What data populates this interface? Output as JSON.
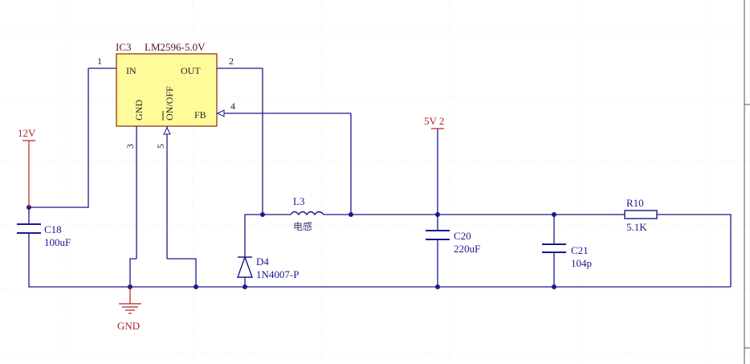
{
  "ic": {
    "ref": "IC3",
    "part": "LM2596-5.0V",
    "pin_in": "IN",
    "pin_out": "OUT",
    "pin_gnd": "GND",
    "pin_onoff": "ON/OFF",
    "pin_fb": "FB",
    "pin1": "1",
    "pin2": "2",
    "pin3": "3",
    "pin4": "4",
    "pin5": "5"
  },
  "power": {
    "v12": "12V",
    "v5": "5V 2",
    "gnd": "GND"
  },
  "components": {
    "c18_ref": "C18",
    "c18_val": "100uF",
    "l3_ref": "L3",
    "l3_val": "电感",
    "d4_ref": "D4",
    "d4_val": "1N4007-P",
    "c20_ref": "C20",
    "c20_val": "220uF",
    "c21_ref": "C21",
    "c21_val": "104p",
    "r10_ref": "R10",
    "r10_val": "5.1K"
  },
  "colors": {
    "wire": "#1a1a8c",
    "power": "#b22222",
    "chip_fill": "#fffb9b",
    "chip_border": "#a0522d"
  }
}
